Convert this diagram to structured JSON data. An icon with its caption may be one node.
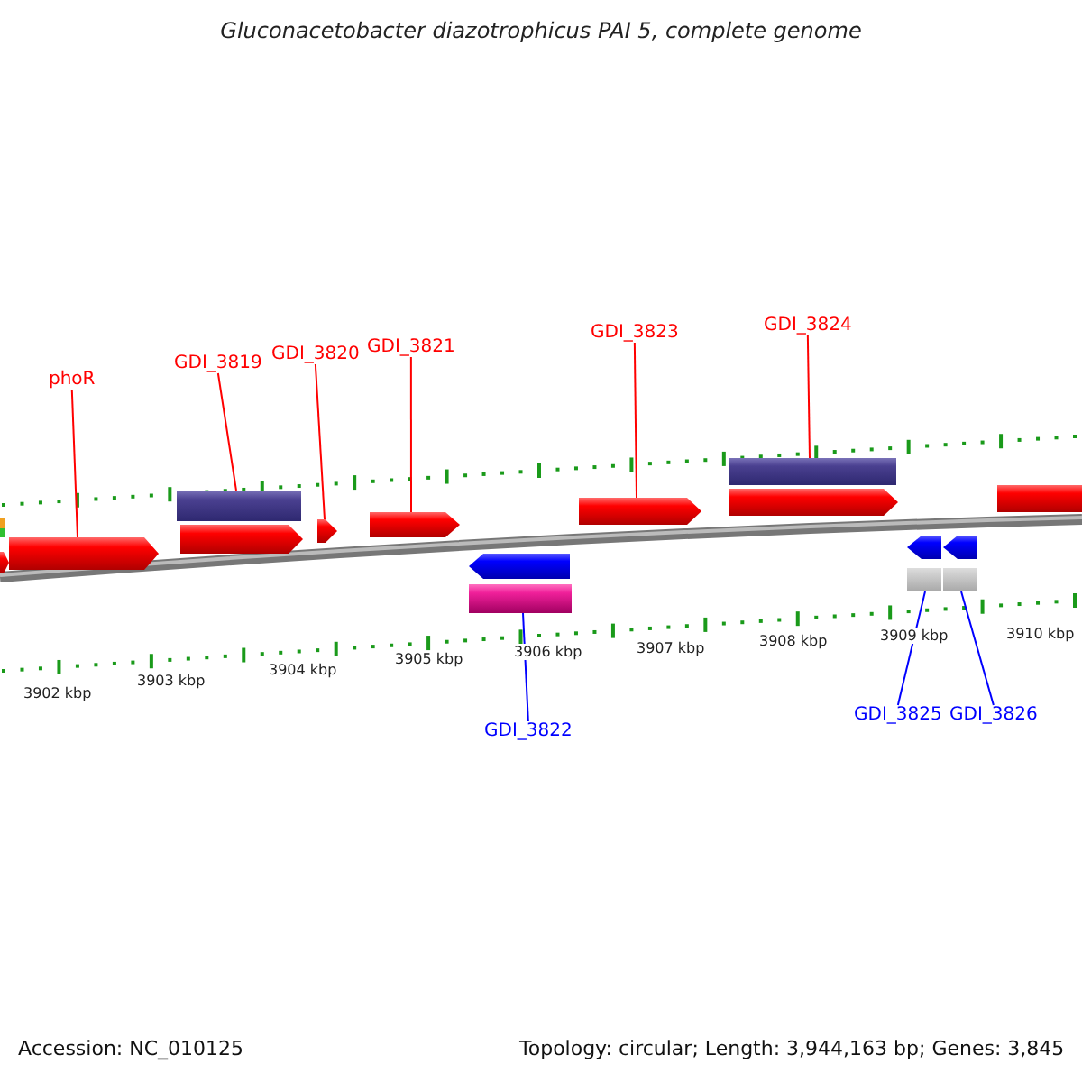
{
  "diagram": {
    "title": "Gluconacetobacter diazotrophicus PAI 5, complete genome",
    "nodes": [
      {
        "text": [
          "phoR"
        ]
      },
      {
        "text": [
          "GDI_3819"
        ]
      },
      {
        "text": [
          "GDI_3820"
        ]
      },
      {
        "text": [
          "GDI_3821"
        ]
      },
      {
        "text": [
          "GDI_3823"
        ]
      },
      {
        "text": [
          "GDI_3824"
        ]
      },
      {
        "text": [
          "GDI_3822"
        ]
      },
      {
        "text": [
          "GDI_3825"
        ]
      },
      {
        "text": [
          "GDI_3826"
        ]
      },
      {
        "text": [],
        "shape": "arrow"
      },
      {
        "text": [],
        "shape": "arrow"
      },
      {
        "text": [],
        "shape": "bar"
      },
      {
        "text": [],
        "shape": "arrow"
      },
      {
        "text": [],
        "shape": "arrow"
      },
      {
        "text": [],
        "shape": "arrow"
      },
      {
        "text": [],
        "shape": "arrow"
      },
      {
        "text": [],
        "shape": "bar"
      },
      {
        "text": [],
        "shape": "arrow"
      },
      {
        "text": [],
        "shape": "bar"
      },
      {
        "text": [],
        "shape": "arrow"
      },
      {
        "text": [],
        "shape": "arrow"
      },
      {
        "text": [],
        "shape": "bar"
      },
      {
        "text": [],
        "shape": "arrow"
      },
      {
        "text": [],
        "shape": "bar"
      },
      {
        "text": [],
        "shape": "bar"
      }
    ],
    "edges": [
      {
        "from": 0,
        "to": 10,
        "arrow": "none"
      },
      {
        "from": 1,
        "to": 11,
        "arrow": "none"
      },
      {
        "from": 2,
        "to": 13,
        "arrow": "none"
      },
      {
        "from": 3,
        "to": 14,
        "arrow": "none"
      },
      {
        "from": 4,
        "to": 17,
        "arrow": "none"
      },
      {
        "from": 5,
        "to": 18,
        "arrow": "none"
      },
      {
        "from": 6,
        "to": 16,
        "arrow": "none",
        "color": "#0000ff"
      },
      {
        "from": 7,
        "to": 21,
        "arrow": "none",
        "color": "#0000ff"
      },
      {
        "from": 8,
        "to": 23,
        "arrow": "none",
        "color": "#0000ff"
      }
    ],
    "labels": [
      "3902 kbp",
      "3903 kbp",
      "3904 kbp",
      "3905 kbp",
      "3906 kbp",
      "3907 kbp",
      "3908 kbp",
      "3909 kbp",
      "3910 kbp",
      "Accession: NC_010125",
      "Topology: circular; Length: 3,944,163 bp; Genes: 3,845"
    ]
  }
}
